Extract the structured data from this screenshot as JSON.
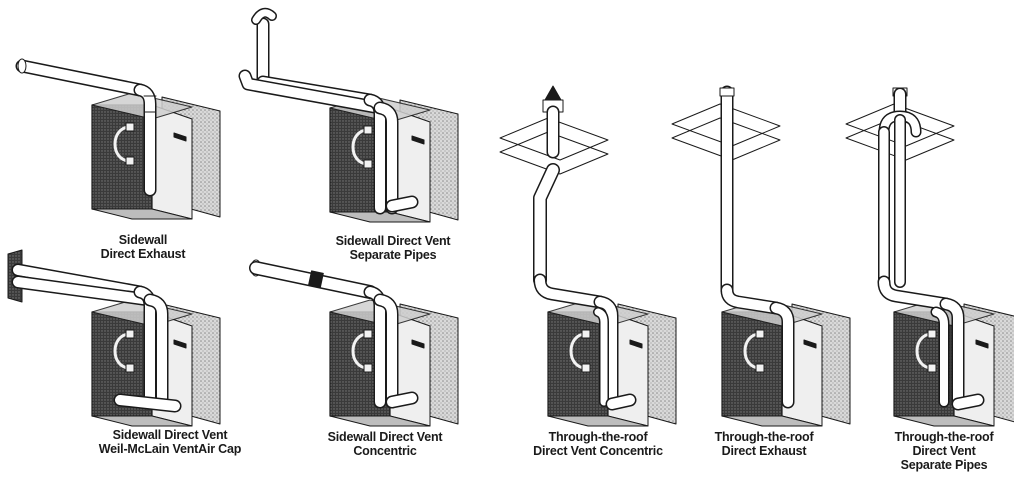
{
  "colors": {
    "ink": "#1a1a1a",
    "pipe_fill": "#ffffff",
    "boiler_shade": "#7a7a7a",
    "boiler_dark": "#2b2b2b",
    "background": "#ffffff"
  },
  "captions": {
    "sidewall_direct_exhaust": [
      "Sidewall",
      "Direct Exhaust"
    ],
    "sidewall_direct_vent_separate_pipes": [
      "Sidewall Direct Vent",
      "Separate Pipes"
    ],
    "sidewall_direct_vent_ventair_cap": [
      "Sidewall Direct Vent",
      "Weil-McLain VentAir Cap"
    ],
    "sidewall_direct_vent_concentric": [
      "Sidewall Direct Vent",
      "Concentric"
    ],
    "roof_direct_vent_concentric": [
      "Through-the-roof",
      "Direct Vent Concentric"
    ],
    "roof_direct_exhaust": [
      "Through-the-roof",
      "Direct Exhaust"
    ],
    "roof_direct_vent_separate_pipes": [
      "Through-the-roof",
      "Direct Vent",
      "Separate Pipes"
    ]
  }
}
